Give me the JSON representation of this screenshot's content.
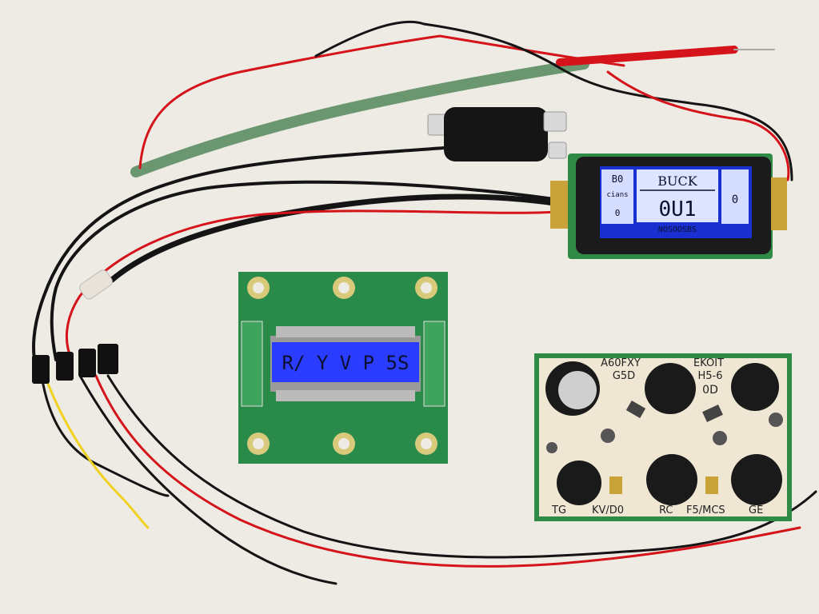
{
  "scene": {
    "background": "#eeebe4",
    "wire_colors": {
      "red": "#d4141a",
      "black": "#141414",
      "yellow": "#f0d020",
      "green": "#2e6b3a"
    }
  },
  "buck_module": {
    "title": "BUCK",
    "left_panel_top": "B0",
    "left_panel_mid": "cians",
    "left_panel_bottom": "0",
    "center_value": "0U1",
    "footer": "NOSOOSBS",
    "right_panel": "0",
    "screen_color": "#1a2fd0"
  },
  "lcd_module": {
    "display_text": "R/ Y  V  P  5S",
    "screen_color": "#2a3cff",
    "pcb_color": "#2a8a4a"
  },
  "power_board": {
    "top_left_label": "A60FXY",
    "top_left_sub": "G5D",
    "top_right_label": "EKOIT",
    "top_right_sub": "H5-6",
    "top_right_small": "0D",
    "bottom_left": "TG",
    "bottom_mid_left": "KV/D0",
    "bottom_mid": "RC",
    "bottom_mid_right": "F5/MCS",
    "bottom_right": "GE"
  }
}
